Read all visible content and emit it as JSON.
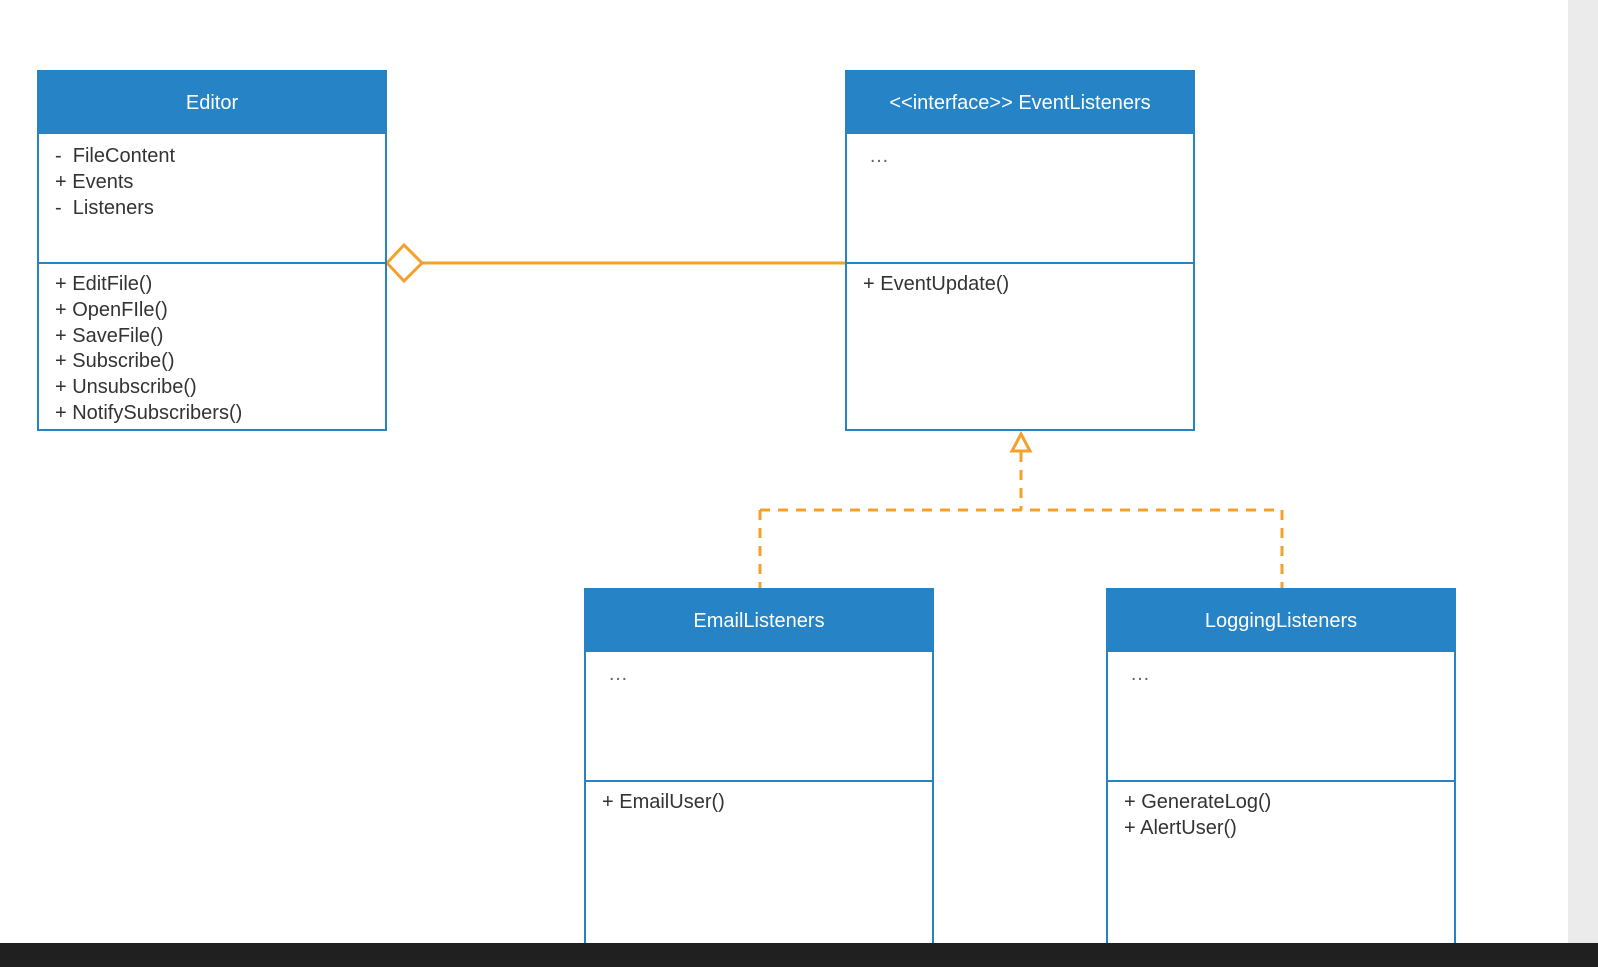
{
  "diagram": {
    "classes": {
      "editor": {
        "name": "Editor",
        "attributes": [
          "-  FileContent",
          "+ Events",
          "-  Listeners"
        ],
        "operations": [
          "+ EditFile()",
          "+ OpenFIle()",
          "+ SaveFile()",
          "+ Subscribe()",
          "+ Unsubscribe()",
          "+ NotifySubscribers()"
        ]
      },
      "event_listeners": {
        "name": "<<interface>> EventListeners",
        "attributes": [
          "…"
        ],
        "operations": [
          "+ EventUpdate()"
        ]
      },
      "email_listeners": {
        "name": "EmailListeners",
        "attributes": [
          "…"
        ],
        "operations": [
          "+ EmailUser()"
        ]
      },
      "logging_listeners": {
        "name": "LoggingListeners",
        "attributes": [
          "…"
        ],
        "operations": [
          "+ GenerateLog()",
          "+ AlertUser()"
        ]
      }
    },
    "relationships": [
      {
        "type": "aggregation",
        "from": "editor",
        "to": "event_listeners"
      },
      {
        "type": "realization",
        "from": "email_listeners",
        "to": "event_listeners"
      },
      {
        "type": "realization",
        "from": "logging_listeners",
        "to": "event_listeners"
      }
    ],
    "colors": {
      "class_header": "#2583c6",
      "class_border": "#2583c6",
      "header_text": "#ffffff",
      "body_text": "#333333",
      "connector": "#f5a02a"
    }
  }
}
